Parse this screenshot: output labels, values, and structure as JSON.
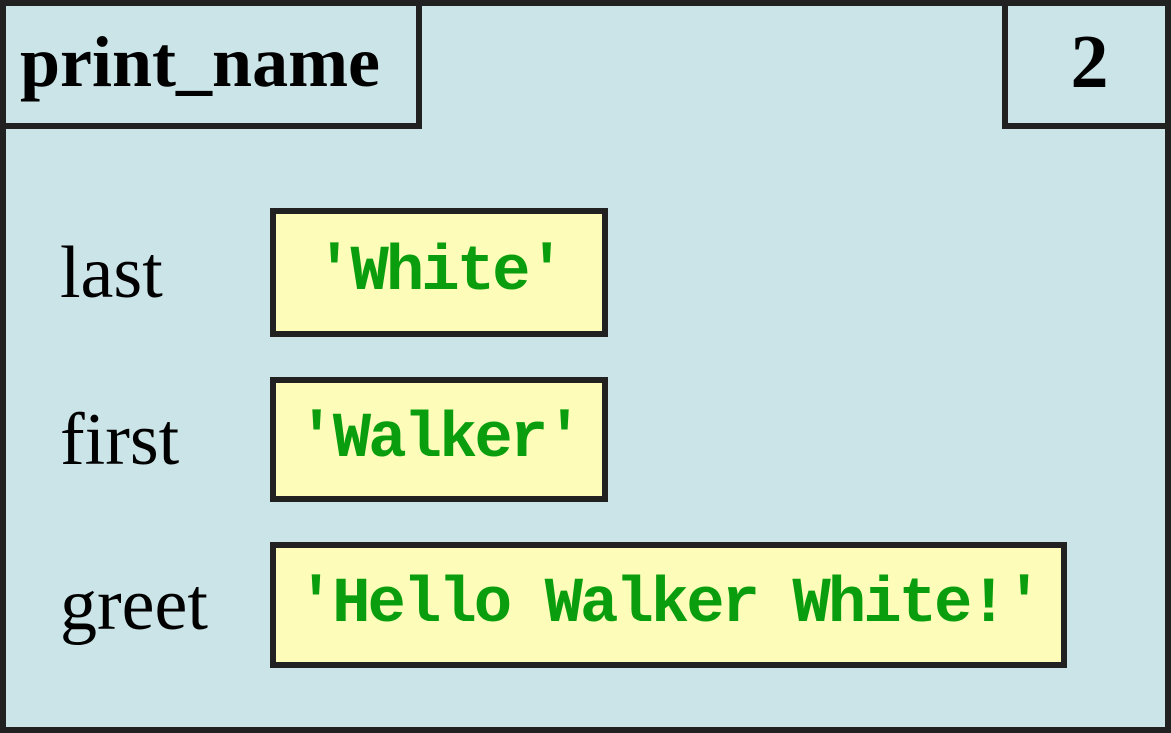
{
  "frame": {
    "function_name": "print_name",
    "program_counter": "2"
  },
  "variables": [
    {
      "name": "last",
      "value": "'White'"
    },
    {
      "name": "first",
      "value": "'Walker'"
    },
    {
      "name": "greet",
      "value": "'Hello Walker White!'"
    }
  ],
  "colors": {
    "frame_fill": "#cae4e8",
    "value_fill": "#fdfdb9",
    "string_color": "#0a9e0f",
    "border_color": "#212121",
    "label_color": "#000000"
  }
}
